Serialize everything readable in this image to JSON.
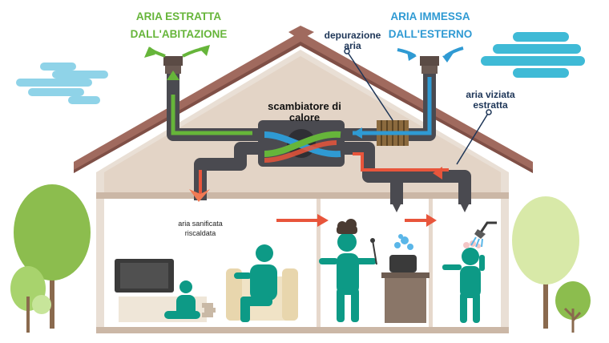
{
  "labels": {
    "extracted_air_line1": "ARIA ESTRATTA",
    "extracted_air_line2": "DALL'ABITAZIONE",
    "intake_air_line1": "ARIA IMMESSA",
    "intake_air_line2": "DALL'ESTERNO",
    "purification_line1": "depurazione",
    "purification_line2": "aria",
    "stale_air_line1": "aria viziata",
    "stale_air_line2": "estratta",
    "heat_exchanger_line1": "scambiatore di",
    "heat_exchanger_line2": "calore",
    "sanitized_air_line1": "aria sanificata",
    "sanitized_air_line2": "riscaldata"
  },
  "colors": {
    "extracted_green": "#66b53a",
    "intake_blue": "#2f9ad3",
    "warm_red": "#e8553b",
    "duct_gray": "#4a4a50",
    "people_teal": "#0d9a86",
    "roof": "#a06a5e",
    "wall": "#e9dfd5",
    "tree_green": "#8cbd4e"
  },
  "icons": [
    "cloud-icon",
    "tree-icon",
    "shower-icon",
    "pot-icon",
    "tv-icon"
  ]
}
